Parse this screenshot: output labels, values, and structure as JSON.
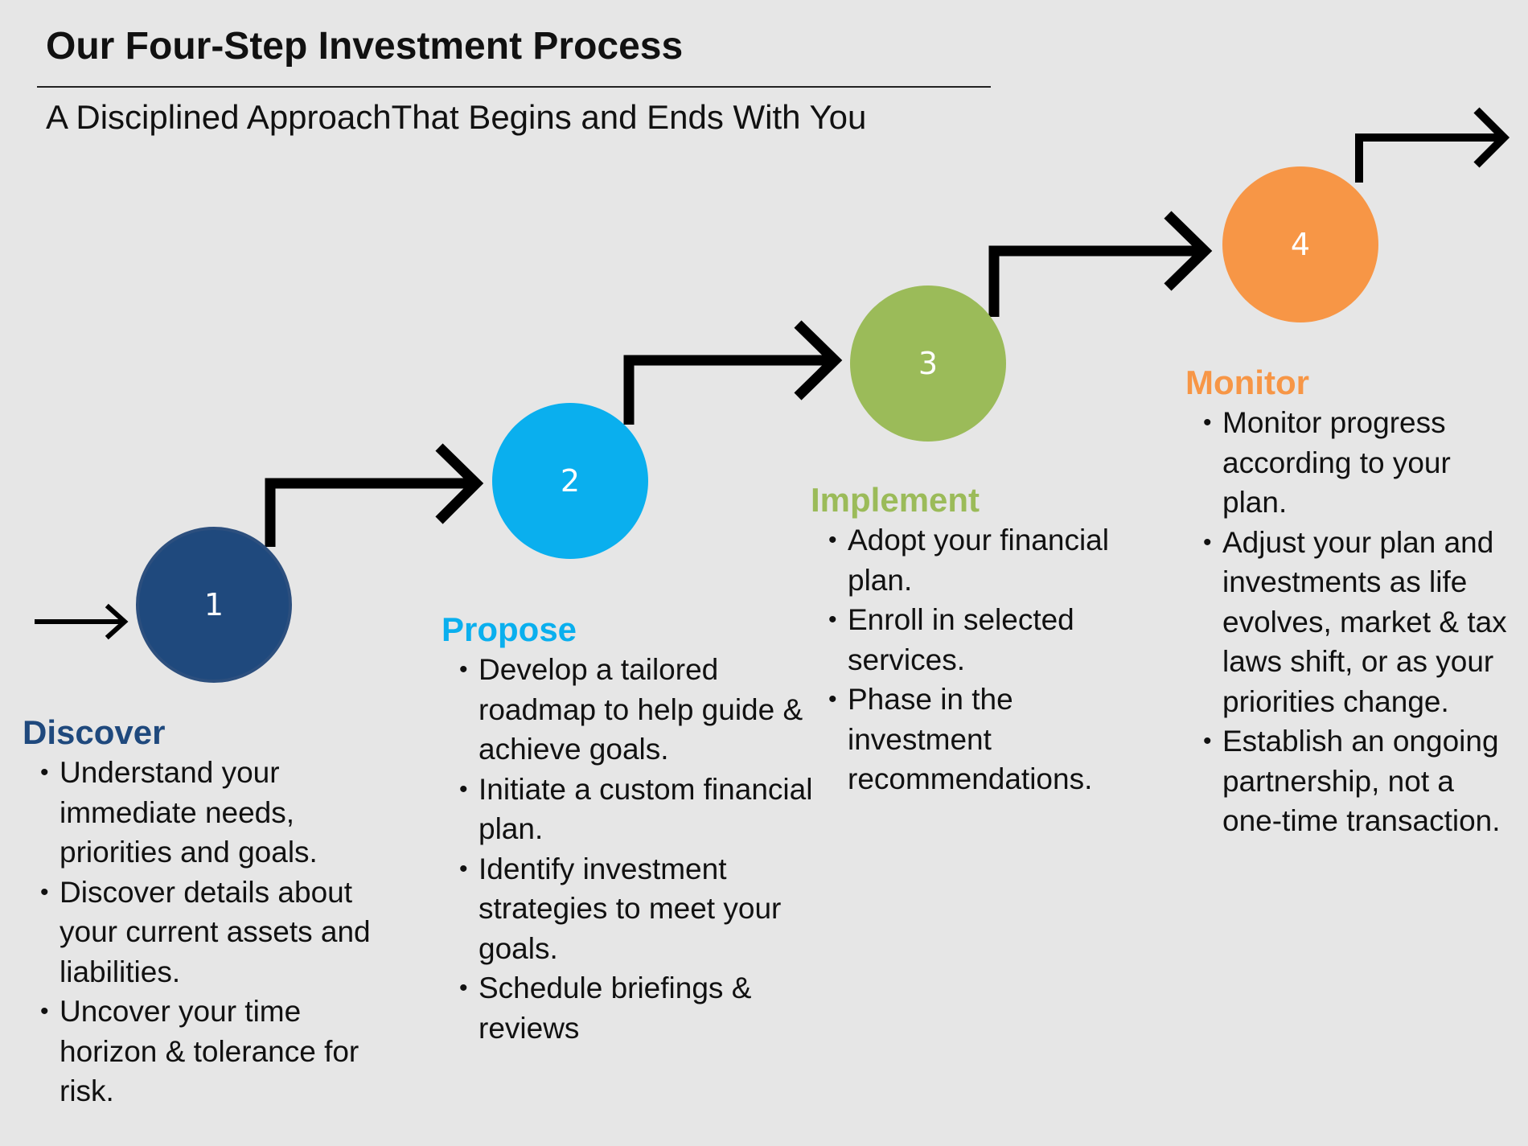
{
  "header": {
    "title": "Our Four-Step Investment Process",
    "subtitle": "A Disciplined ApproachThat Begins and Ends With You"
  },
  "colors": {
    "background": "#e6e6e6",
    "step1": "#1f497d",
    "step2": "#0aafee",
    "step3": "#9bbb59",
    "step4": "#f79646",
    "arrow": "#000000"
  },
  "icons": {
    "entry_arrow": "arrow-right-icon",
    "connector_arrow": "step-arrow-icon",
    "exit_arrow": "step-arrow-icon"
  },
  "steps": [
    {
      "number": "1",
      "name": "Discover",
      "bullets": [
        "Understand your immediate needs, priorities and goals.",
        "Discover details about your current assets and liabilities.",
        "Uncover your time horizon & tolerance for risk."
      ]
    },
    {
      "number": "2",
      "name": "Propose",
      "bullets": [
        "Develop a tailored roadmap to help guide & achieve goals.",
        "Initiate a custom financial plan.",
        "Identify investment strategies to meet your goals.",
        "Schedule briefings & reviews"
      ]
    },
    {
      "number": "3",
      "name": "Implement",
      "bullets": [
        "Adopt your financial plan.",
        "Enroll in selected services.",
        "Phase in the investment recommendations."
      ]
    },
    {
      "number": "4",
      "name": "Monitor",
      "bullets": [
        "Monitor progress according to your plan.",
        "Adjust your plan and investments as life evolves, market & tax laws shift, or as your priorities change.",
        "Establish an ongoing partnership, not a one-time transaction."
      ]
    }
  ]
}
